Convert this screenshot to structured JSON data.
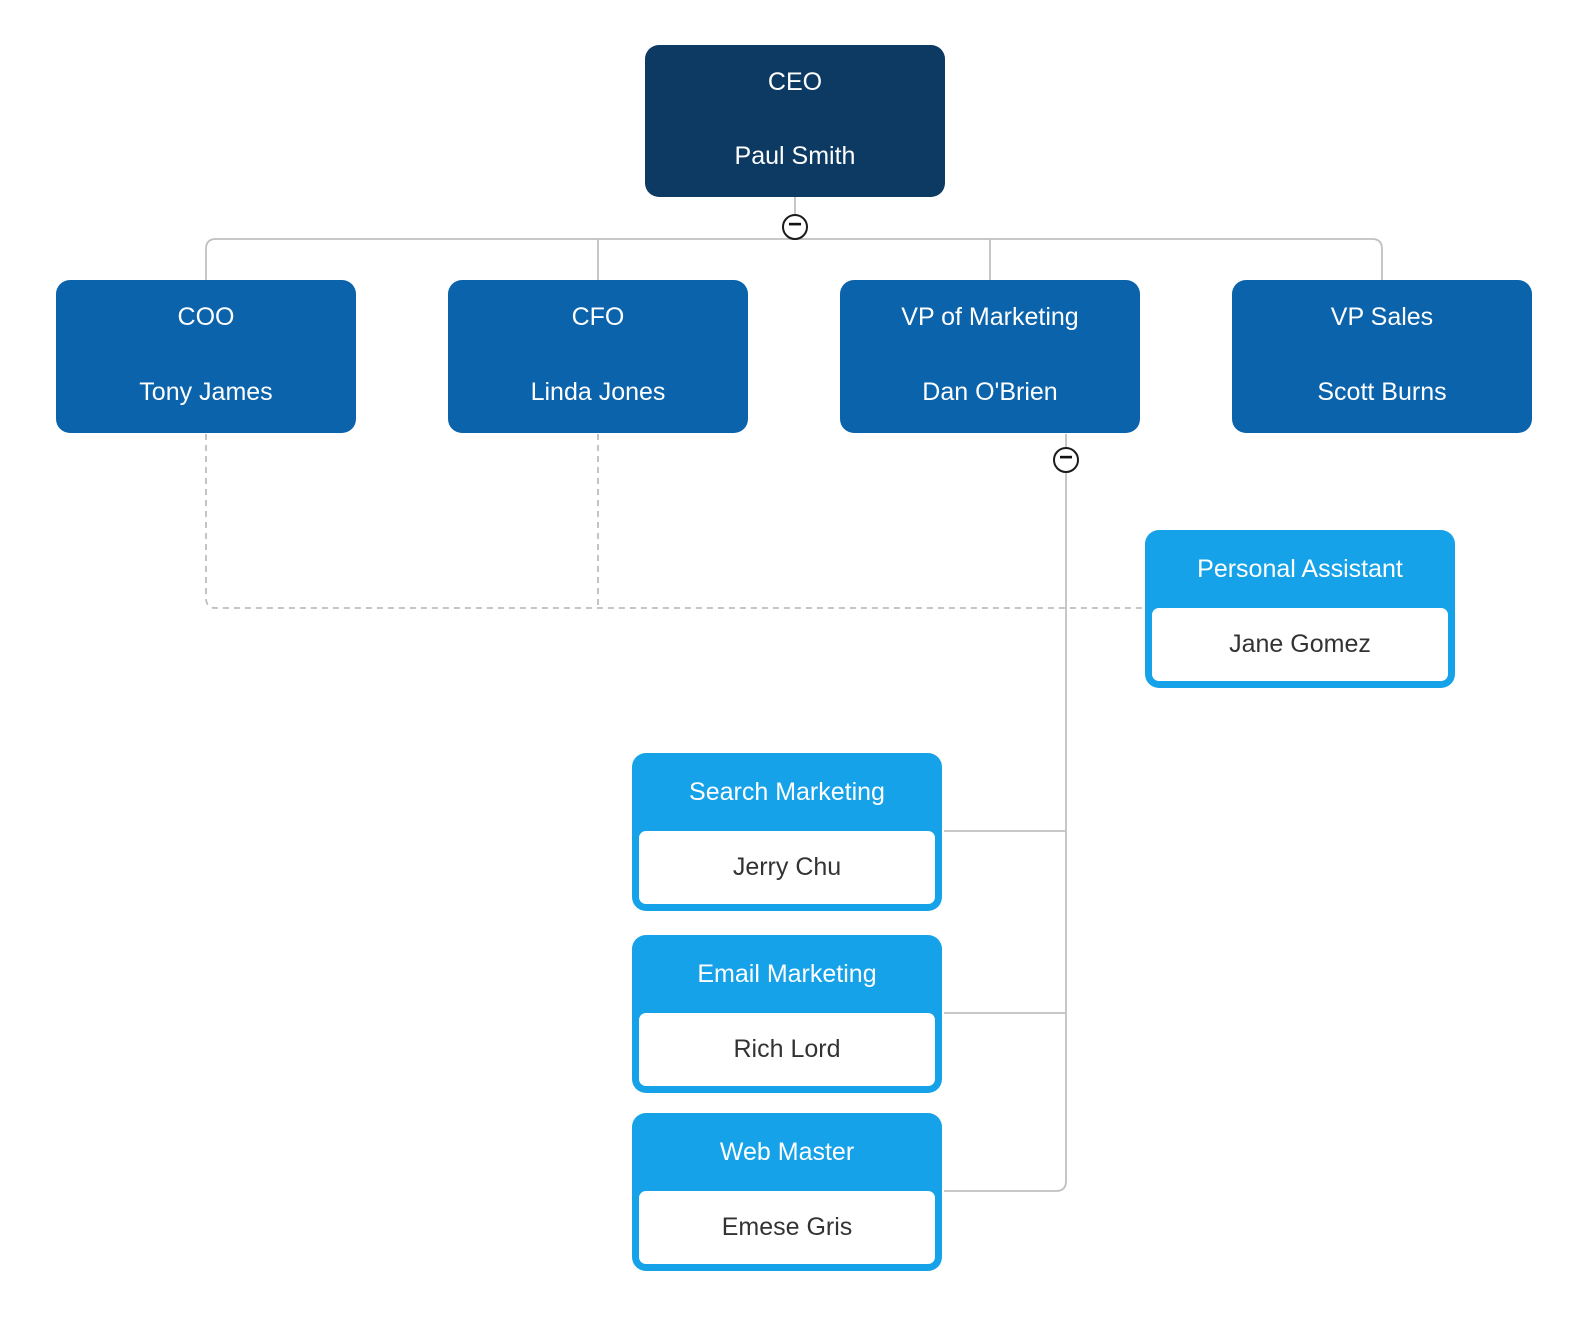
{
  "chart": {
    "type": "org-chart",
    "nodes": {
      "ceo": {
        "title": "CEO",
        "name": "Paul Smith"
      },
      "coo": {
        "title": "COO",
        "name": "Tony James"
      },
      "cfo": {
        "title": "CFO",
        "name": "Linda Jones"
      },
      "vp_mkt": {
        "title": "VP of Marketing",
        "name": "Dan O'Brien"
      },
      "vp_sales": {
        "title": "VP Sales",
        "name": "Scott Burns"
      },
      "assistant": {
        "title": "Personal Assistant",
        "name": "Jane Gomez"
      },
      "search_mkt": {
        "title": "Search Marketing",
        "name": "Jerry Chu"
      },
      "email_mkt": {
        "title": "Email Marketing",
        "name": "Rich Lord"
      },
      "web_master": {
        "title": "Web Master",
        "name": "Emese Gris"
      }
    },
    "colors": {
      "executive_fill": "#0d3a62",
      "manager_fill": "#0b63ac",
      "child_fill": "#16a2e9",
      "child_body_fill": "#ffffff",
      "child_name_text": "#333333",
      "title_text": "#ffffff",
      "connector_solid": "#c0c0c0",
      "connector_dashed": "#bdbdbd",
      "collapse_ring": "#1b1b1b"
    }
  },
  "ui": {
    "collapse_glyph": "−"
  }
}
